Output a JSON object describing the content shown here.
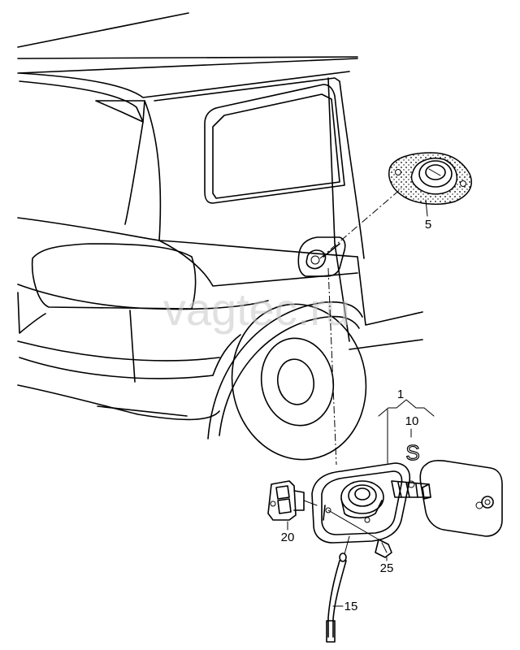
{
  "watermark": "vagtec.ru",
  "callouts": {
    "part_1": "1",
    "part_5": "5",
    "part_10": "10",
    "part_15": "15",
    "part_20": "20",
    "part_25": "25"
  },
  "glyphs": {
    "part_10_symbol": "S"
  }
}
